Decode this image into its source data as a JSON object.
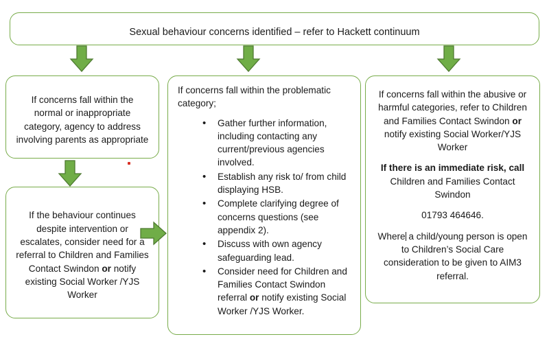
{
  "colors": {
    "box_border": "#77ab49",
    "arrow_fill": "#70ad47",
    "arrow_stroke": "#4e7a31",
    "text": "#1a1a1a",
    "marker_red": "#d93025",
    "background": "#ffffff"
  },
  "title_box": {
    "text": "Sexual behaviour concerns identified – refer to Hackett continuum"
  },
  "left_column": {
    "top_box": {
      "text": "If concerns fall within the normal or inappropriate category, agency to address involving parents as appropriate"
    },
    "bottom_box": {
      "segments": [
        {
          "text": "If the behaviour continues despite intervention or escalates, consider need for a referral to Children and Families Contact Swindon ",
          "bold": false
        },
        {
          "text": "or",
          "bold": true
        },
        {
          "text": " notify existing Social Worker /YJS Worker",
          "bold": false
        }
      ]
    }
  },
  "middle_column": {
    "box": {
      "heading": "If concerns fall within the problematic category;",
      "bullets": [
        {
          "segments": [
            {
              "text": "Gather further information, including contacting any current/previous agencies involved.",
              "bold": false
            }
          ]
        },
        {
          "segments": [
            {
              "text": "Establish any risk to/ from child displaying HSB.",
              "bold": false
            }
          ]
        },
        {
          "segments": [
            {
              "text": "Complete clarifying degree of concerns questions (see appendix 2).",
              "bold": false
            }
          ]
        },
        {
          "segments": [
            {
              "text": "Discuss with own agency safeguarding lead.",
              "bold": false
            }
          ]
        },
        {
          "segments": [
            {
              "text": "Consider need for Children and Families Contact Swindon referral ",
              "bold": false
            },
            {
              "text": "or",
              "bold": true
            },
            {
              "text": " notify existing Social Worker /YJS Worker.",
              "bold": false
            }
          ]
        }
      ]
    }
  },
  "right_column": {
    "box": {
      "paragraph_1": [
        {
          "text": "If concerns fall within the abusive or harmful categories, refer to Children and Families Contact Swindon ",
          "bold": false
        },
        {
          "text": "or",
          "bold": true
        },
        {
          "text": " notify existing Social Worker/YJS Worker",
          "bold": false
        }
      ],
      "paragraph_2": [
        {
          "text": "If there is an immediate risk, call",
          "bold": true
        },
        {
          "text": " Children and Families Contact Swindon",
          "bold": false
        }
      ],
      "paragraph_3": [
        {
          "text": "01793 464646.",
          "bold": false
        }
      ],
      "paragraph_4_before_caret": "Where",
      "paragraph_4_after_caret": " a child/young person is open to Children’s Social Care consideration to be given to AIM3 referral."
    }
  },
  "arrows": {
    "down_left": "arrow-down",
    "down_middle": "arrow-down",
    "down_right": "arrow-down",
    "down_left_second": "arrow-down",
    "right_connector": "arrow-right"
  }
}
